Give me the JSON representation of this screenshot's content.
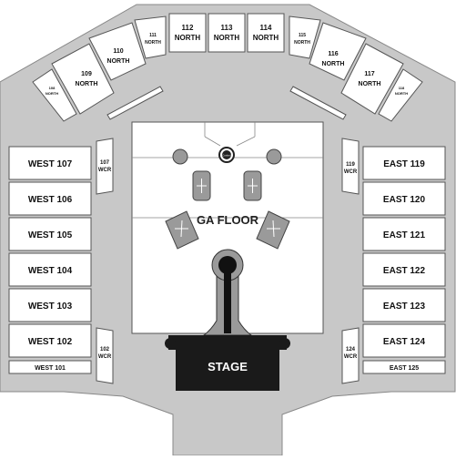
{
  "map": {
    "stage_label": "STAGE",
    "floor_label": "GA FLOOR",
    "control_mark": "Control",
    "north_sections": [
      {
        "num": "109",
        "name": "NORTH"
      },
      {
        "num": "110",
        "name": "NORTH"
      },
      {
        "num": "111",
        "name": "NORTH"
      },
      {
        "num": "112",
        "name": "NORTH"
      },
      {
        "num": "113",
        "name": "NORTH"
      },
      {
        "num": "114",
        "name": "NORTH"
      },
      {
        "num": "115",
        "name": "NORTH"
      },
      {
        "num": "116",
        "name": "NORTH"
      },
      {
        "num": "117",
        "name": "NORTH"
      },
      {
        "num": "118",
        "name": "NORTH"
      },
      {
        "num": "108",
        "name": "NORTH"
      }
    ],
    "west_sections": [
      "WEST 107",
      "WEST 106",
      "WEST 105",
      "WEST 104",
      "WEST 103",
      "WEST 102",
      "WEST 101"
    ],
    "east_sections": [
      "EAST 119",
      "EAST 120",
      "EAST 121",
      "EAST 122",
      "EAST 123",
      "EAST 124",
      "EAST 125"
    ],
    "wcr_sections": [
      {
        "num": "107",
        "tag": "WCR"
      },
      {
        "num": "102",
        "tag": "WCR"
      },
      {
        "num": "119",
        "tag": "WCR"
      },
      {
        "num": "124",
        "tag": "WCR"
      }
    ],
    "colors": {
      "arena": "#c8c8c8",
      "section_fill": "#ffffff",
      "section_stroke": "#555555",
      "stage": "#1a1a1a",
      "floor_fill": "#ffffff",
      "fixture_fill": "#9a9a9a"
    }
  }
}
